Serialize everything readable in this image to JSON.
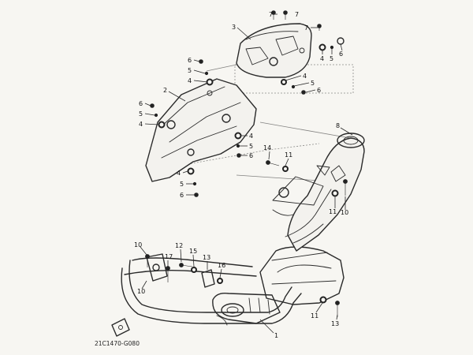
{
  "diagram_code": "21C1470-G080",
  "callouts": [
    {
      "id": "c1",
      "text": "1"
    },
    {
      "id": "c2",
      "text": "2"
    },
    {
      "id": "c3",
      "text": "3"
    },
    {
      "id": "c4a",
      "text": "4"
    },
    {
      "id": "c4b",
      "text": "4"
    },
    {
      "id": "c4c",
      "text": "4"
    },
    {
      "id": "c4d",
      "text": "4"
    },
    {
      "id": "c4e",
      "text": "4"
    },
    {
      "id": "c4f",
      "text": "4"
    },
    {
      "id": "c5a",
      "text": "5"
    },
    {
      "id": "c5b",
      "text": "5"
    },
    {
      "id": "c5c",
      "text": "5"
    },
    {
      "id": "c5d",
      "text": "5"
    },
    {
      "id": "c5e",
      "text": "5"
    },
    {
      "id": "c5f",
      "text": "5"
    },
    {
      "id": "c6a",
      "text": "6"
    },
    {
      "id": "c6b",
      "text": "6"
    },
    {
      "id": "c6c",
      "text": "6"
    },
    {
      "id": "c6d",
      "text": "6"
    },
    {
      "id": "c6e",
      "text": "6"
    },
    {
      "id": "c6f",
      "text": "6"
    },
    {
      "id": "c7a",
      "text": "7"
    },
    {
      "id": "c7b",
      "text": "7"
    },
    {
      "id": "c7c",
      "text": "7"
    },
    {
      "id": "c8",
      "text": "8"
    },
    {
      "id": "c10a",
      "text": "10"
    },
    {
      "id": "c10b",
      "text": "10"
    },
    {
      "id": "c10c",
      "text": "10"
    },
    {
      "id": "c11a",
      "text": "11"
    },
    {
      "id": "c11b",
      "text": "11"
    },
    {
      "id": "c11c",
      "text": "11"
    },
    {
      "id": "c12",
      "text": "12"
    },
    {
      "id": "c13",
      "text": "13"
    },
    {
      "id": "c14",
      "text": "14"
    },
    {
      "id": "c15",
      "text": "15"
    },
    {
      "id": "c16",
      "text": "16"
    },
    {
      "id": "c17",
      "text": "17"
    }
  ]
}
